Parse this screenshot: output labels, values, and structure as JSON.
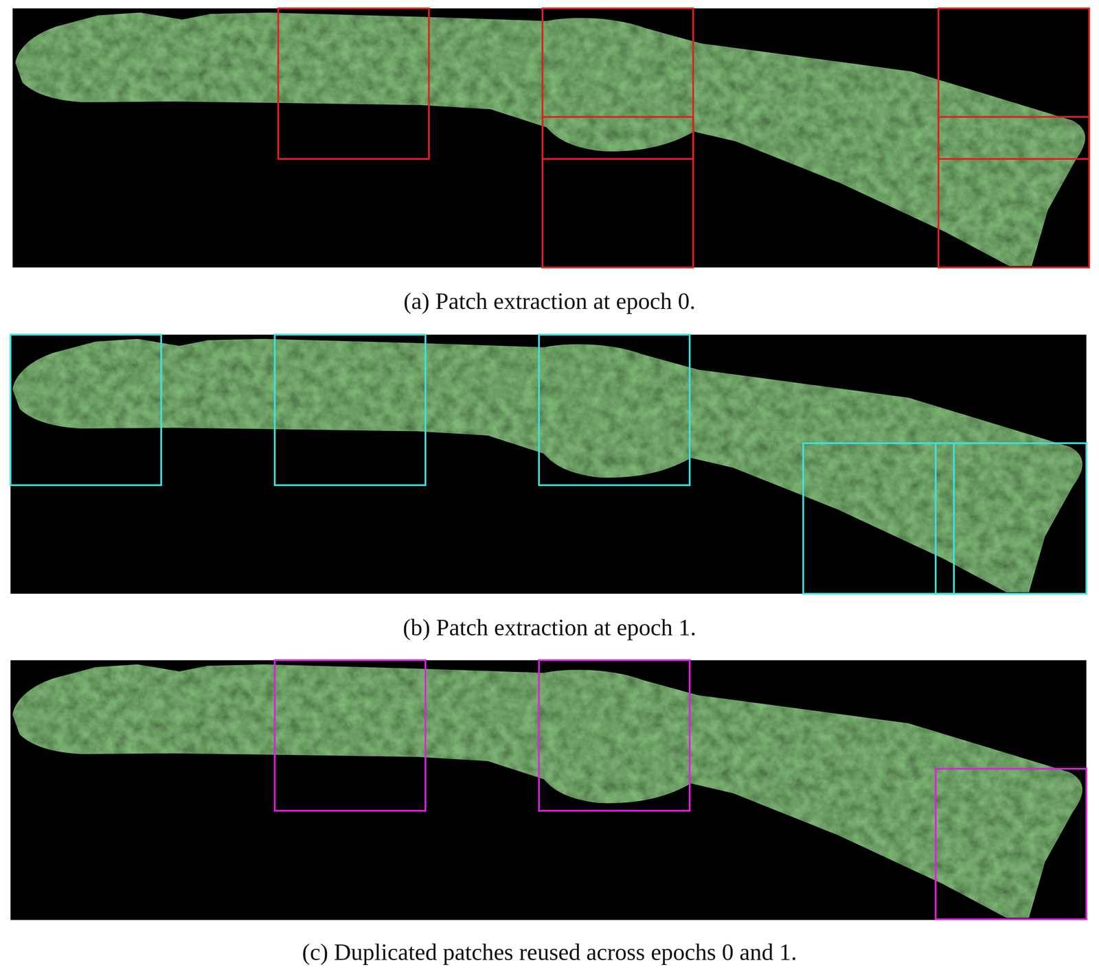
{
  "diagram": {
    "labels": [
      "(a) Patch extraction at epoch 0.",
      "(b) Patch extraction at epoch 1.",
      "(c) Duplicated patches reused across epochs 0 and 1."
    ]
  }
}
